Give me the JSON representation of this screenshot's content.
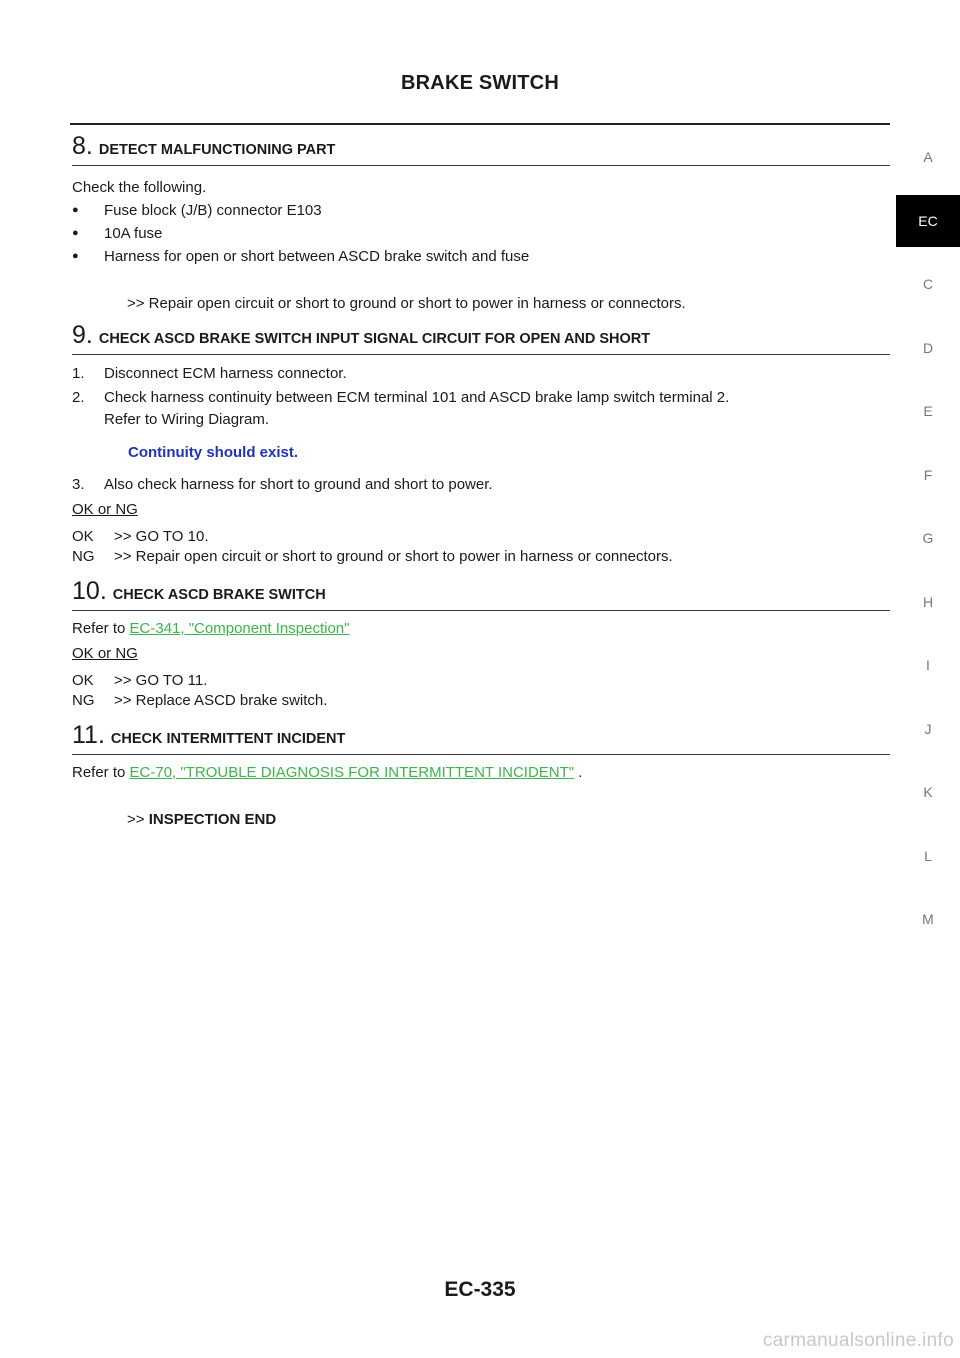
{
  "header": {
    "title": "BRAKE SWITCH"
  },
  "side_index": {
    "letters": [
      "A",
      "EC",
      "C",
      "D",
      "E",
      "F",
      "G",
      "H",
      "I",
      "J",
      "K",
      "L",
      "M"
    ],
    "active": "EC"
  },
  "step8": {
    "num": "8",
    "title": "DETECT MALFUNCTIONING PART",
    "intro": "Check the following.",
    "bullets": [
      "Fuse block (J/B) connector E103",
      "10A fuse",
      "Harness for open or short between ASCD brake switch and fuse"
    ],
    "result": ">> Repair open circuit or short to ground or short to power in harness or connectors."
  },
  "step9": {
    "num": "9",
    "title": "CHECK ASCD BRAKE SWITCH INPUT SIGNAL CIRCUIT FOR OPEN AND SHORT",
    "item1_num": "1.",
    "item1": "Disconnect ECM harness connector.",
    "item2_num": "2.",
    "item2": "Check harness continuity between ECM terminal 101 and ASCD brake lamp switch terminal 2.",
    "item2_b": "Refer to Wiring Diagram.",
    "spec": "Continuity should exist.",
    "item3_num": "3.",
    "item3": "Also check harness for short to ground and short to power.",
    "ok_ng": "OK or NG",
    "ok_key": "OK",
    "ok": ">> GO TO 10.",
    "ng_key": "NG",
    "ng": ">> Repair open circuit or short to ground or short to power in harness or connectors."
  },
  "step10": {
    "num": "10",
    "title": "CHECK ASCD BRAKE SWITCH",
    "refer": "Refer to",
    "link": "EC-341, \"Component Inspection\"",
    "ok_ng": "OK or NG",
    "ok_key": "OK",
    "ok": ">> GO TO 11.",
    "ng_key": "NG",
    "ng": ">> Replace ASCD brake switch."
  },
  "step11": {
    "num": "11",
    "title": "CHECK INTERMITTENT INCIDENT",
    "refer": "Refer to",
    "link": "EC-70, \"TROUBLE DIAGNOSIS FOR INTERMITTENT INCIDENT\"",
    "link_suffix": ".",
    "end_prefix": ">>",
    "end": "INSPECTION END"
  },
  "footer": {
    "page_number": "EC-335",
    "watermark": "carmanualsonline.info"
  }
}
